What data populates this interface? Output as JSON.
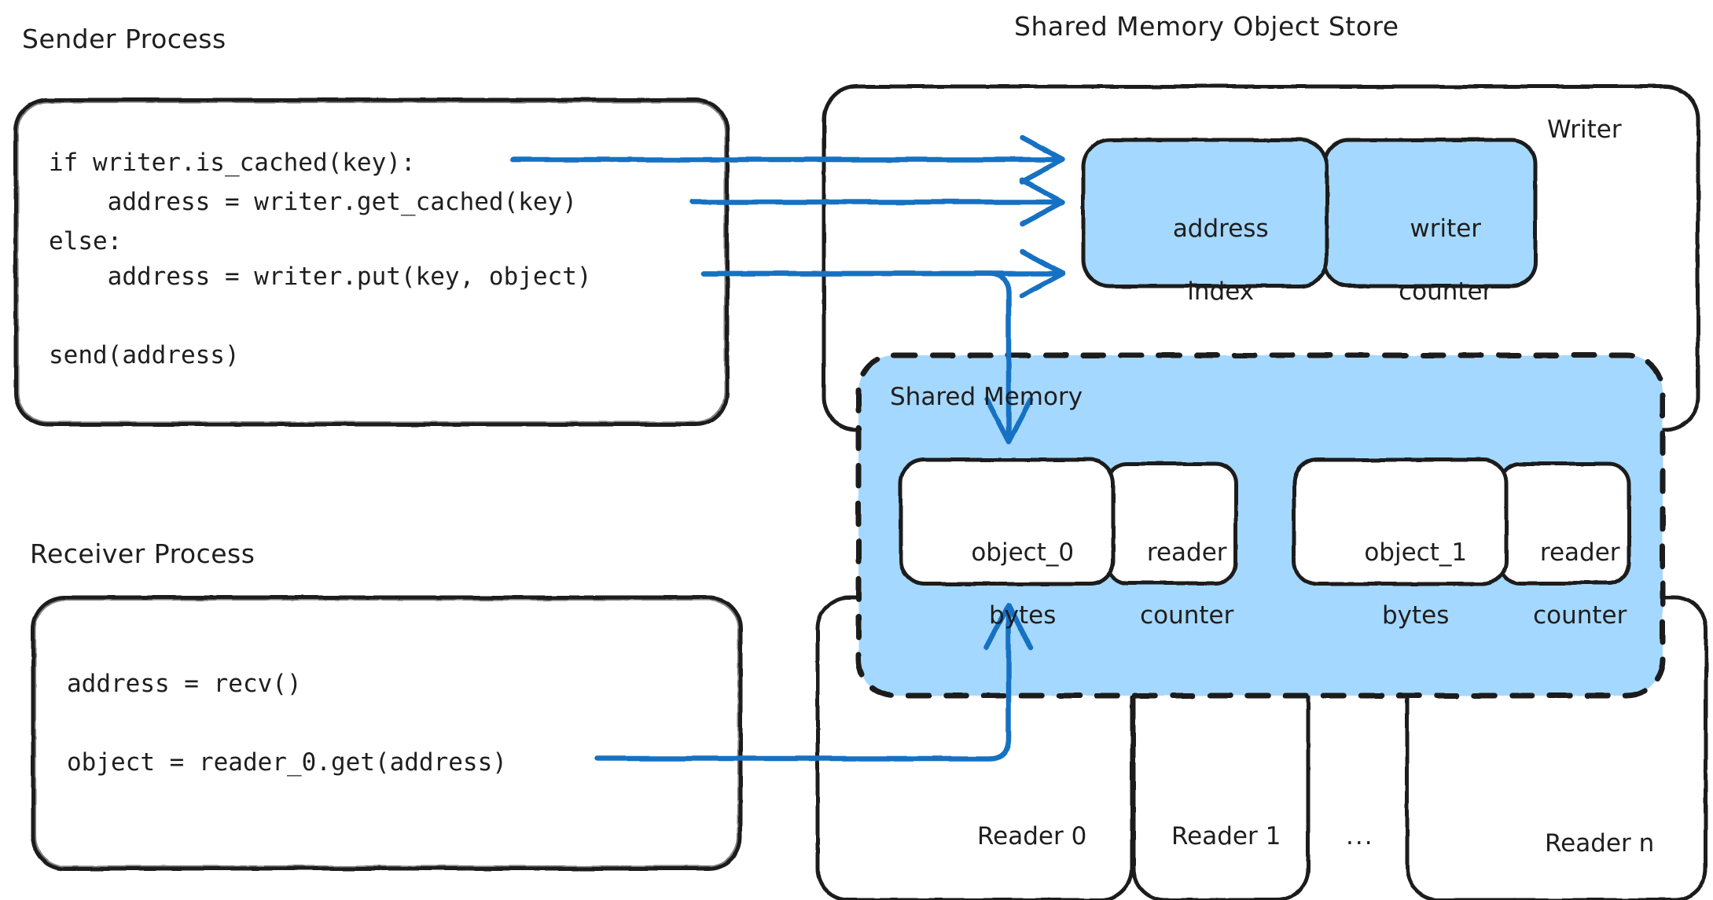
{
  "diagram": {
    "title_sender": "Sender Process",
    "title_store": "Shared Memory Object Store",
    "title_receiver": "Receiver Process",
    "colors": {
      "stroke": "#1e1e1e",
      "arrow": "#1971c2",
      "fill_blue": "#a5d8ff",
      "fill_white": "#ffffff",
      "background": "#ffffff"
    }
  },
  "sender_process": {
    "label": "Sender Process",
    "code_lines": [
      "if writer.is_cached(key):",
      "    address = writer.get_cached(key)",
      "else:",
      "    address = writer.put(key, object)",
      "",
      "send(address)"
    ]
  },
  "receiver_process": {
    "label": "Receiver Process",
    "code_lines": [
      "address = recv()",
      "",
      "object = reader_0.get(address)"
    ]
  },
  "object_store": {
    "label": "Shared Memory Object Store",
    "writer": {
      "label": "Writer",
      "slots": [
        {
          "lines": [
            "address",
            "index"
          ]
        },
        {
          "lines": [
            "writer",
            "counter"
          ]
        }
      ]
    },
    "shared_memory": {
      "label": "Shared Memory",
      "objects": [
        {
          "object_lines": [
            "object_0",
            "bytes"
          ],
          "counter_lines": [
            "reader",
            "counter"
          ]
        },
        {
          "object_lines": [
            "object_1",
            "bytes"
          ],
          "counter_lines": [
            "reader",
            "counter"
          ]
        }
      ]
    },
    "readers": [
      {
        "label": "Reader 0"
      },
      {
        "label": "Reader 1"
      },
      {
        "label": "..."
      },
      {
        "label": "Reader n"
      }
    ]
  }
}
